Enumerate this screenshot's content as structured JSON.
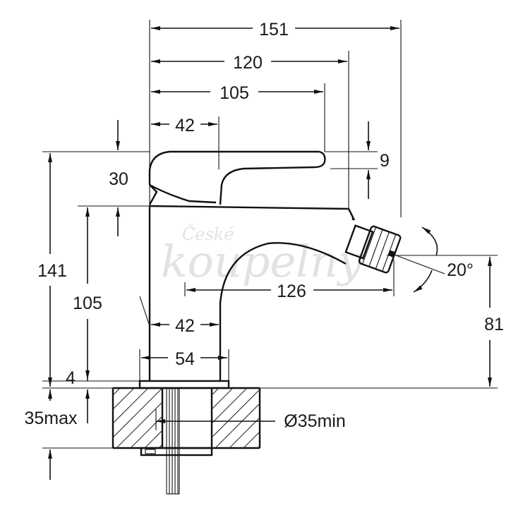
{
  "diagram": {
    "dimensions": {
      "d151": "151",
      "d120": "120",
      "d105_top": "105",
      "d42_top": "42",
      "d9": "9",
      "d30": "30",
      "d141": "141",
      "d105_left": "105",
      "d4": "4",
      "d35max": "35max",
      "d42_body": "42",
      "d54": "54",
      "d126": "126",
      "d20deg": "20°",
      "d81": "81",
      "d35min": "Ø35min"
    },
    "watermark": {
      "line1": "České",
      "line2": "koupelny"
    }
  }
}
